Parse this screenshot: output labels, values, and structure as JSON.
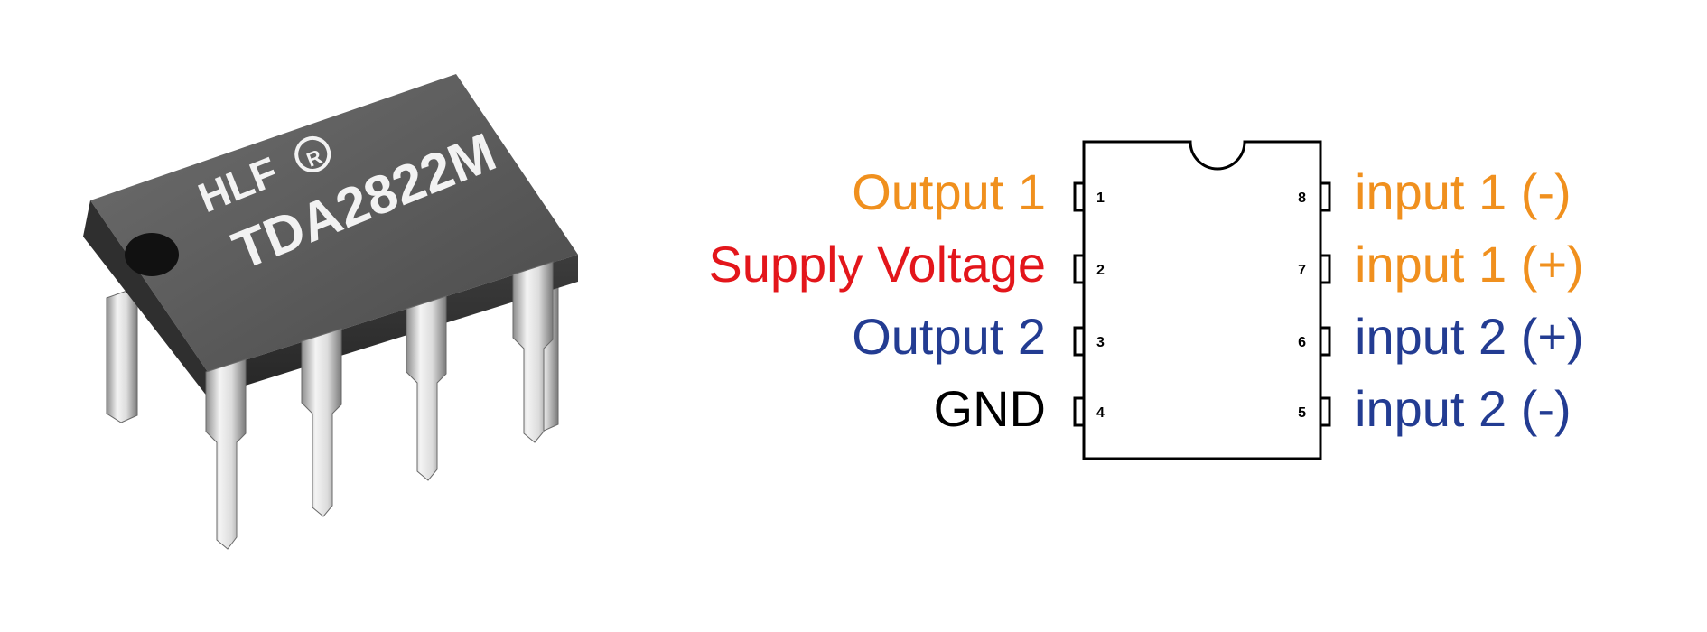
{
  "chip_photo": {
    "brand": "HLF",
    "registered_mark": "R",
    "part_number": "TDA2822M"
  },
  "pinout": {
    "pins": [
      {
        "number": "1",
        "label": "Output 1",
        "color": "#f0901e"
      },
      {
        "number": "2",
        "label": "Supply Voltage",
        "color": "#e3161b"
      },
      {
        "number": "3",
        "label": "Output 2",
        "color": "#233c92"
      },
      {
        "number": "4",
        "label": "GND",
        "color": "#000000"
      },
      {
        "number": "5",
        "label": "input 2 (-)",
        "color": "#233c92"
      },
      {
        "number": "6",
        "label": "input 2 (+)",
        "color": "#233c92"
      },
      {
        "number": "7",
        "label": "input 1 (+)",
        "color": "#f0901e"
      },
      {
        "number": "8",
        "label": "input 1 (-)",
        "color": "#f0901e"
      }
    ]
  }
}
